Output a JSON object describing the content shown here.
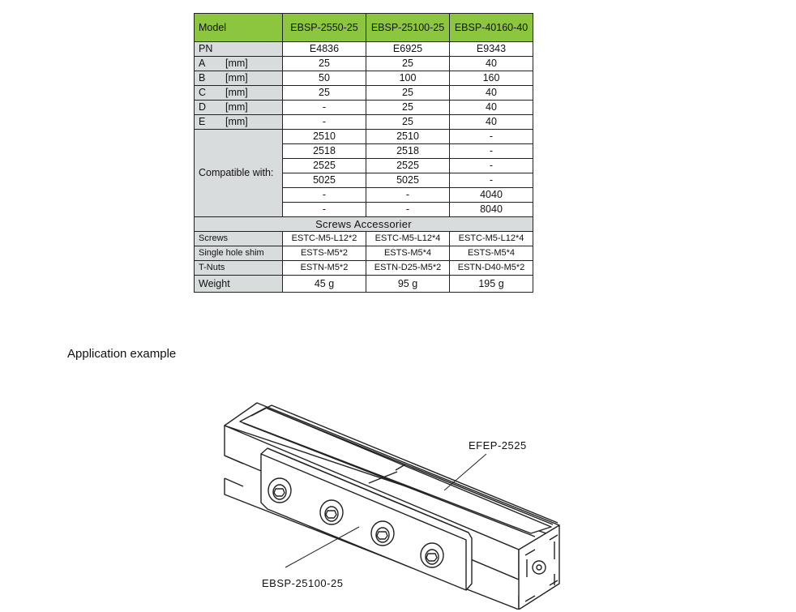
{
  "table": {
    "header": {
      "label": "Model",
      "cols": [
        "EBSP-2550-25",
        "EBSP-25100-25",
        "EBSP-40160-40"
      ]
    },
    "pn": {
      "label": "PN",
      "values": [
        "E4836",
        "E6925",
        "E9343"
      ]
    },
    "dims": [
      {
        "label": "A",
        "unit": "[mm]",
        "values": [
          "25",
          "25",
          "40"
        ]
      },
      {
        "label": "B",
        "unit": "[mm]",
        "values": [
          "50",
          "100",
          "160"
        ]
      },
      {
        "label": "C",
        "unit": "[mm]",
        "values": [
          "25",
          "25",
          "40"
        ]
      },
      {
        "label": "D",
        "unit": "[mm]",
        "values": [
          "-",
          "25",
          "40"
        ]
      },
      {
        "label": "E",
        "unit": "[mm]",
        "values": [
          "-",
          "25",
          "40"
        ]
      }
    ],
    "compatible": {
      "label": "Compatible with:",
      "rows": [
        [
          "2510",
          "2510",
          "-"
        ],
        [
          "2518",
          "2518",
          "-"
        ],
        [
          "2525",
          "2525",
          "-"
        ],
        [
          "5025",
          "5025",
          "-"
        ],
        [
          "-",
          "-",
          "4040"
        ],
        [
          "-",
          "-",
          "8040"
        ]
      ]
    },
    "accessories_title": "Screws Accessorier",
    "accessories": [
      {
        "label": "Screws",
        "values": [
          "ESTC-M5-L12*2",
          "ESTC-M5-L12*4",
          "ESTC-M5-L12*4"
        ]
      },
      {
        "label": "Single hole shim",
        "values": [
          "ESTS-M5*2",
          "ESTS-M5*4",
          "ESTS-M5*4"
        ]
      },
      {
        "label": "T-Nuts",
        "values": [
          "ESTN-M5*2",
          "ESTN-D25-M5*2",
          "ESTN-D40-M5*2"
        ]
      }
    ],
    "weight": {
      "label": "Weight",
      "values": [
        "45 g",
        "95 g",
        "195 g"
      ]
    }
  },
  "application": {
    "title": "Application example",
    "profile_label": "EFEP-2525",
    "plate_label": "EBSP-25100-25"
  }
}
